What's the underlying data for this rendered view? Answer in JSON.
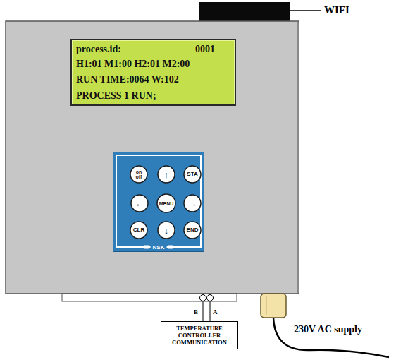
{
  "diagram": {
    "nodes": [
      {
        "text": [
          "process.id:",
          "0001",
          "H1:01 M1:00 H2:01 M2:00",
          "RUN TIME:0064 W:102",
          "PROCESS 1 RUN;"
        ]
      },
      {
        "text": [
          "NSK"
        ]
      },
      {
        "text": [
          "on off"
        ],
        "in": 1
      },
      {
        "text": [
          "↑"
        ],
        "in": 1
      },
      {
        "text": [
          "STA"
        ],
        "in": 1
      },
      {
        "text": [
          "←"
        ],
        "in": 1
      },
      {
        "text": [
          "MENU"
        ],
        "in": 1
      },
      {
        "text": [
          "→"
        ],
        "in": 1
      },
      {
        "text": [
          "CLR"
        ],
        "in": 1
      },
      {
        "text": [
          "↓"
        ],
        "in": 1
      },
      {
        "text": [
          "END"
        ],
        "in": 1
      },
      {
        "text": [
          "TEMPERATURE CONTROLLER COMMUNICATION"
        ]
      }
    ],
    "labels": [
      "WIFI",
      "B",
      "A",
      "230V AC supply"
    ]
  }
}
